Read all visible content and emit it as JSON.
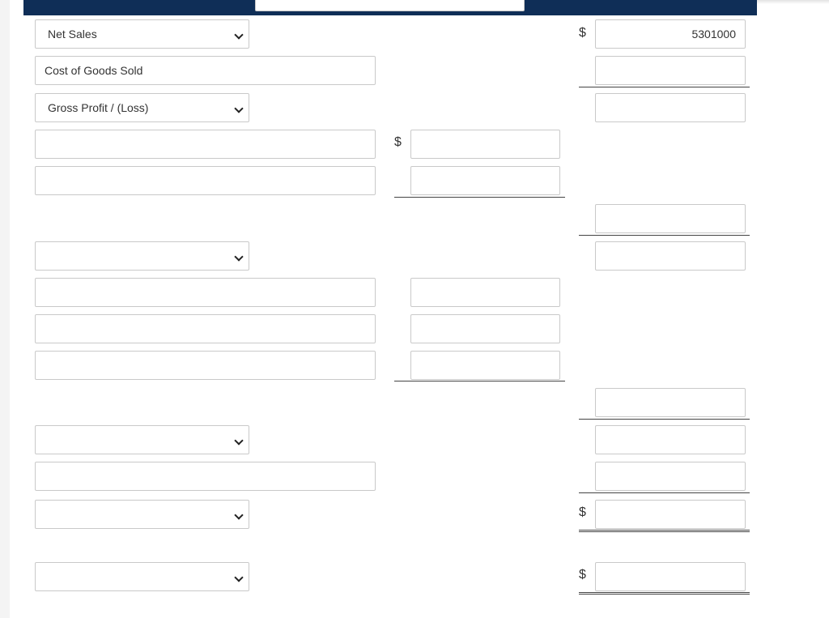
{
  "rows": {
    "r1": {
      "label": "Net Sales",
      "amount": "5301000",
      "currency": "$"
    },
    "r2": {
      "label": "Cost of Goods Sold"
    },
    "r3": {
      "label": "Gross Profit / (Loss)"
    },
    "r4": {
      "currency": "$"
    },
    "r13": {
      "currency": "$"
    },
    "r14": {
      "currency": "$"
    }
  }
}
